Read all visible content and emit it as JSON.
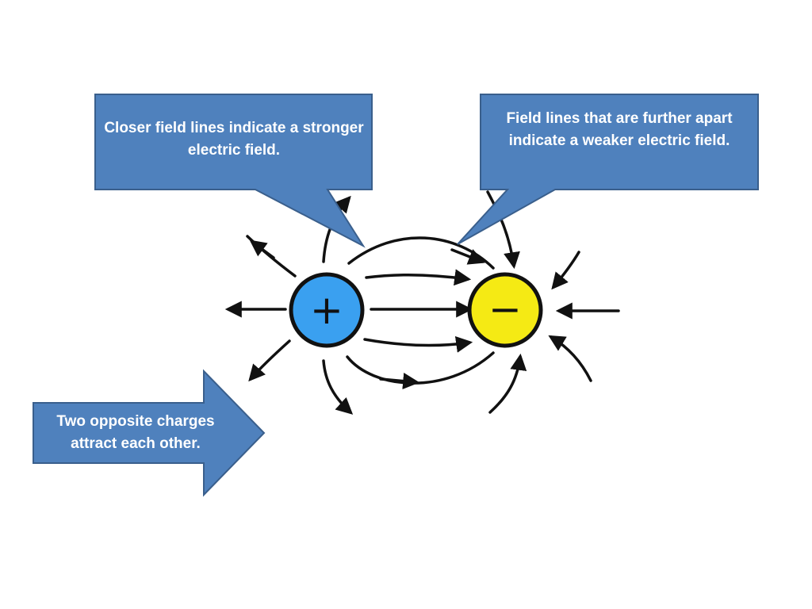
{
  "callouts": {
    "closer_lines": "Closer field lines indicate a stronger electric field.",
    "further_lines": "Field lines that are further apart indicate a weaker electric field.",
    "attract": "Two opposite charges attract each other."
  },
  "charges": {
    "positive": {
      "symbol": "+",
      "color": "#3aa0f0"
    },
    "negative": {
      "symbol": "−",
      "color": "#f5ea14"
    }
  },
  "colors": {
    "callout_fill": "#4f81bd",
    "callout_stroke": "#3a5f8c",
    "field_line": "#111111"
  }
}
